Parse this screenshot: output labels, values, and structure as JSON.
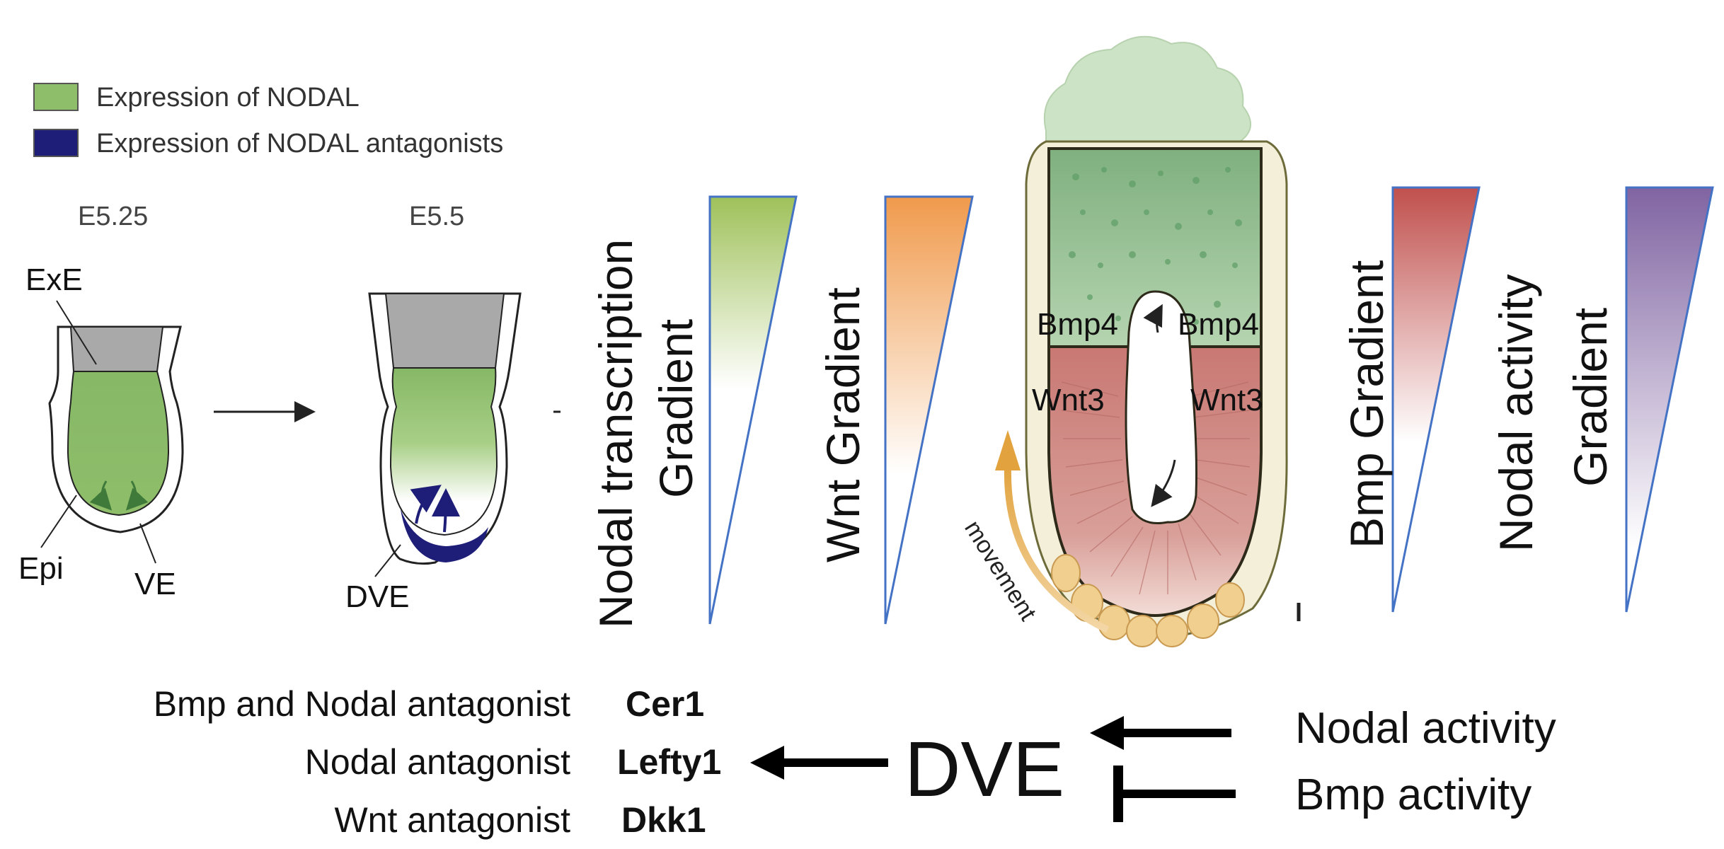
{
  "legend": {
    "items": [
      {
        "label": "Expression of NODAL",
        "color": "#8fbe6a"
      },
      {
        "label": "Expression of NODAL antagonists",
        "color": "#1e1e78"
      }
    ]
  },
  "stages": {
    "left": {
      "label": "E5.25",
      "exe": "ExE",
      "epi": "Epi",
      "ve": "VE"
    },
    "right": {
      "label": "E5.5",
      "dve": "DVE"
    }
  },
  "gradients": {
    "nodal_transcription": {
      "line1": "Nodal transcription",
      "line2": "Gradient",
      "color": "#9fc15a"
    },
    "wnt": {
      "line1": "Wnt Gradient",
      "color": "#f09a4c"
    },
    "bmp": {
      "line1": "Bmp Gradient",
      "color": "#c0504d"
    },
    "nodal_activity": {
      "line1": "Nodal activity",
      "line2": "Gradient",
      "color": "#8064a2"
    }
  },
  "embryo": {
    "bmp4_left": "Bmp4",
    "bmp4_right": "Bmp4",
    "wnt3_left": "Wnt3",
    "wnt3_right": "Wnt3",
    "movement": "movement"
  },
  "bottom": {
    "rows": [
      {
        "role": "Bmp and Nodal antagonist",
        "gene": "Cer1"
      },
      {
        "role": "Nodal antagonist",
        "gene": "Lefty1"
      },
      {
        "role": "Wnt antagonist",
        "gene": "Dkk1"
      }
    ],
    "center": "DVE",
    "inputs": [
      "Nodal activity",
      "Bmp activity"
    ]
  },
  "colors": {
    "nodal_green": "#8fbe6a",
    "antagonist_navy": "#1e1e78",
    "exe_gray": "#a9a9a9",
    "epiblast_red": "#cf8c86",
    "movement_orange": "#e2a33f"
  }
}
